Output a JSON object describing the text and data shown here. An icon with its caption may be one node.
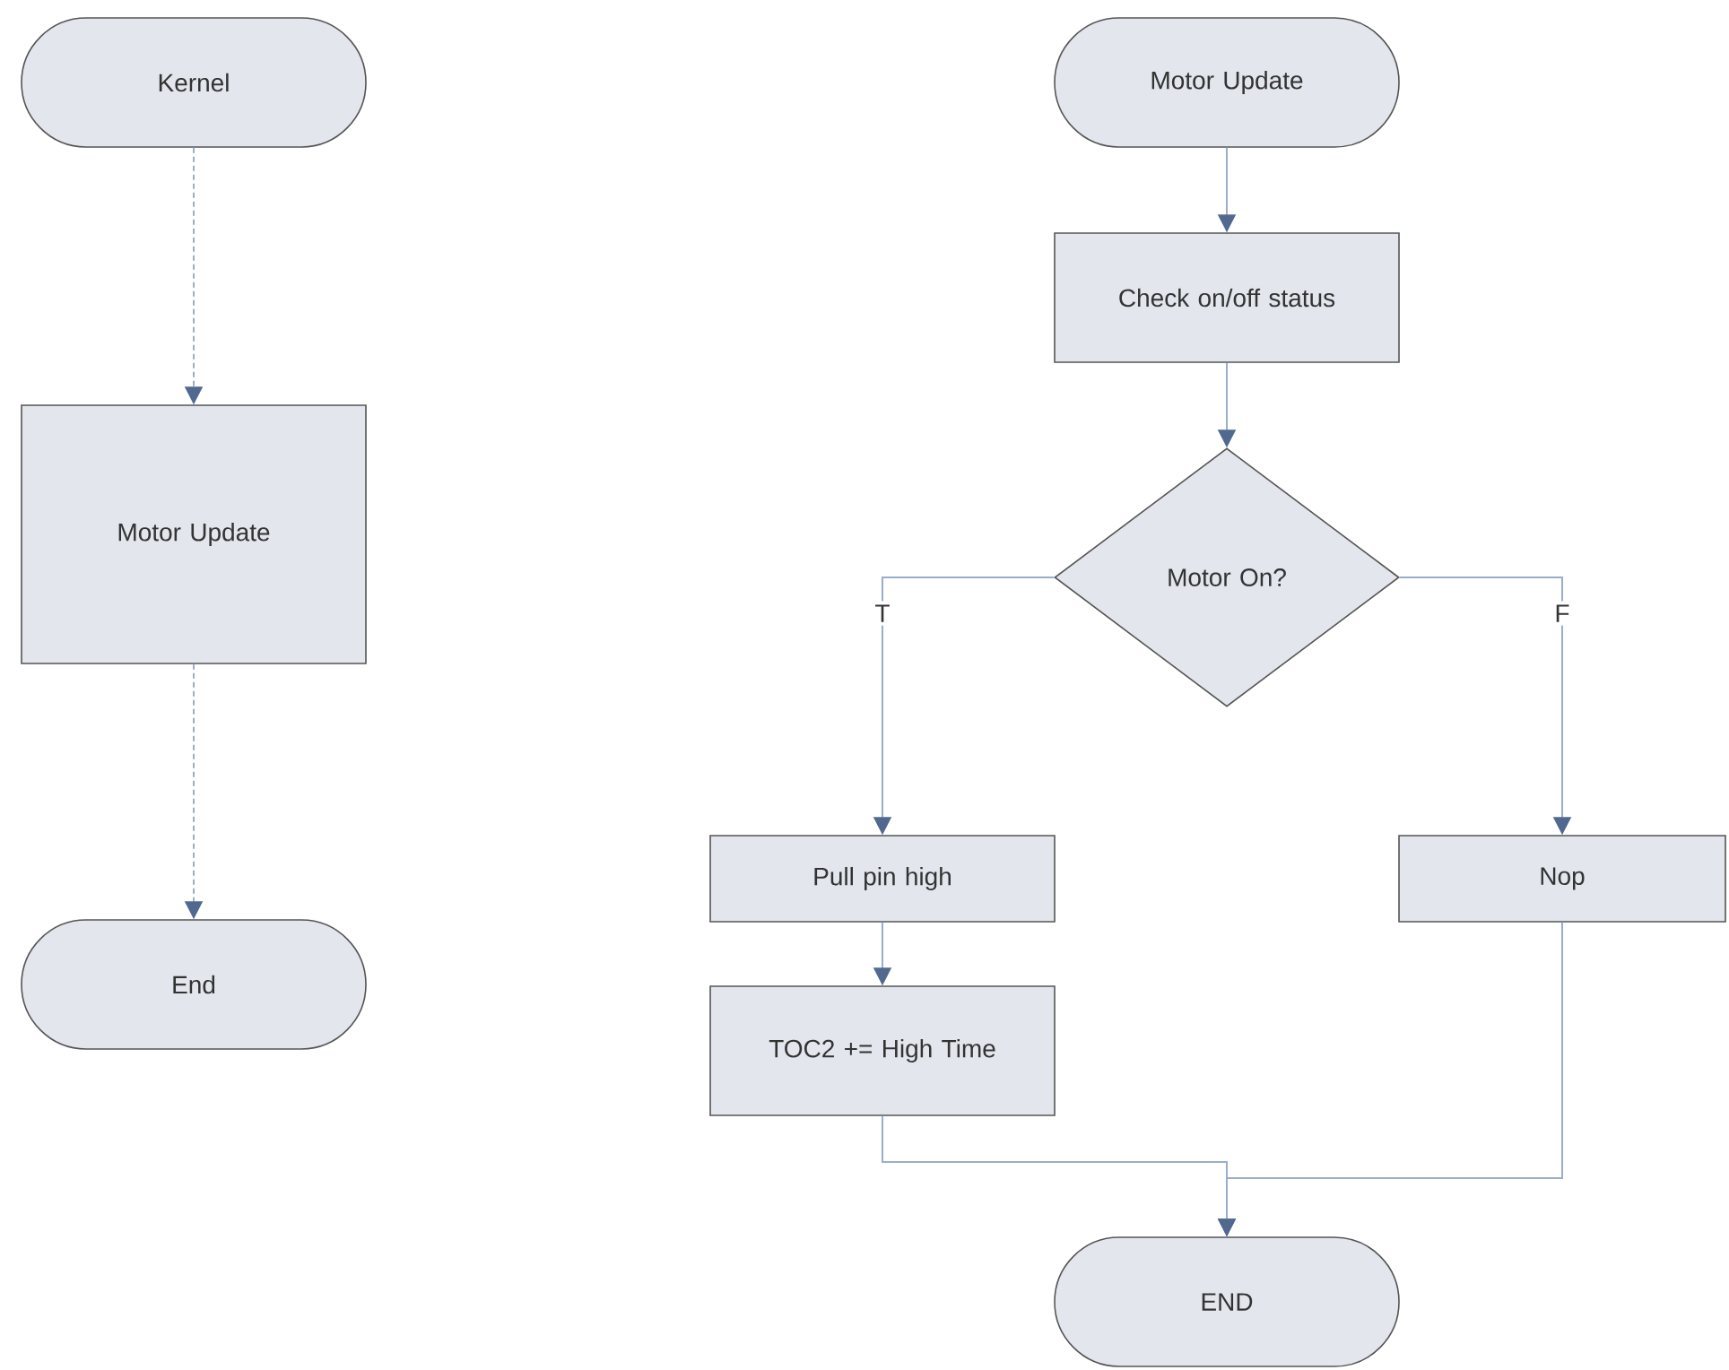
{
  "diagram": {
    "nodes": [
      {
        "text": [
          "Kernel"
        ]
      },
      {
        "text": [
          "Motor Update"
        ]
      },
      {
        "text": [
          "End"
        ]
      },
      {
        "text": [
          "Motor Update"
        ]
      },
      {
        "text": [
          "Check on/off status"
        ]
      },
      {
        "text": [
          "Motor On?"
        ]
      },
      {
        "text": [
          "Pull pin high"
        ]
      },
      {
        "text": [
          "TOC2 += High Time"
        ]
      },
      {
        "text": [
          "Nop"
        ]
      },
      {
        "text": [
          "END"
        ]
      }
    ],
    "edges": [
      {
        "from": 0,
        "to": 1,
        "arrow": "to",
        "style": "dashed"
      },
      {
        "from": 1,
        "to": 2,
        "arrow": "to",
        "style": "dashed"
      },
      {
        "from": 3,
        "to": 4,
        "arrow": "to"
      },
      {
        "from": 4,
        "to": 5,
        "arrow": "to"
      },
      {
        "from": 5,
        "to": 6,
        "arrow": "to",
        "label": "T"
      },
      {
        "from": 5,
        "to": 8,
        "arrow": "to",
        "label": "F"
      },
      {
        "from": 6,
        "to": 7,
        "arrow": "to"
      },
      {
        "from": 7,
        "to": 9,
        "arrow": "to"
      },
      {
        "from": 8,
        "to": 9,
        "arrow": "to"
      }
    ]
  }
}
